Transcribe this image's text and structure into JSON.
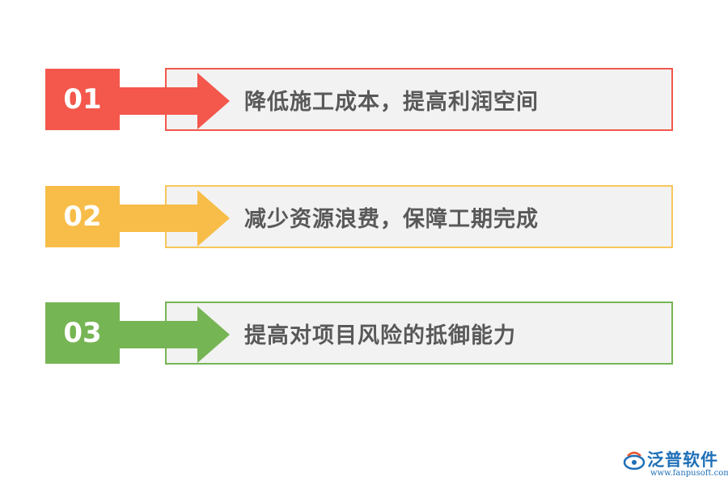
{
  "items": [
    {
      "number": "01",
      "text": "降低施工成本，提高利润空间",
      "color": "#f4574b",
      "border": "#f4574b"
    },
    {
      "number": "02",
      "text": "减少资源浪费，保障工期完成",
      "color": "#f7bd48",
      "border": "#f7c75b"
    },
    {
      "number": "03",
      "text": "提高对项目风险的抵御能力",
      "color": "#76b554",
      "border": "#76b554"
    }
  ],
  "logo": {
    "name": "泛普软件",
    "url": "www.fanpusoft.com",
    "color": "#1f6fb8"
  }
}
